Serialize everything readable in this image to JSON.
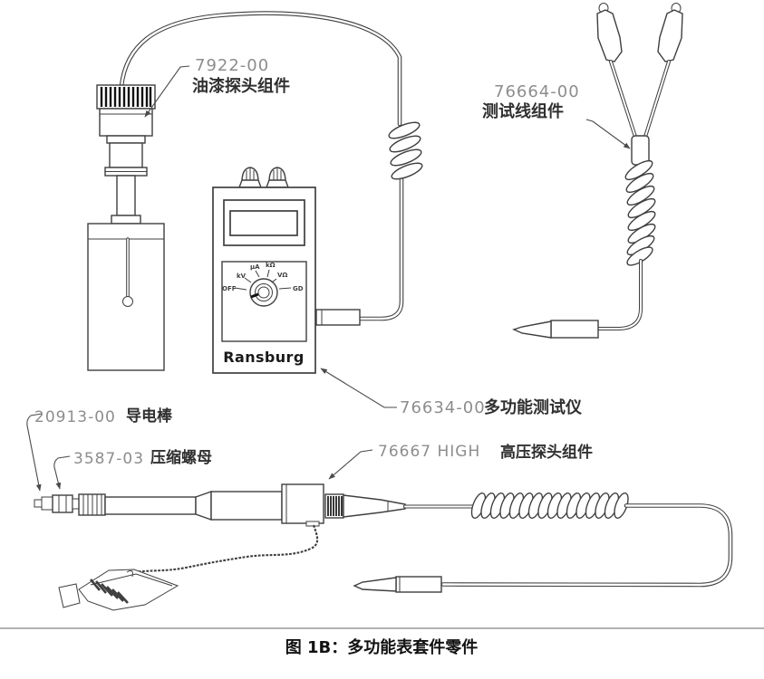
{
  "figure": {
    "caption": "图 1B：多功能表套件零件"
  },
  "labels": {
    "paint_probe": {
      "part_no": "7922-00",
      "name": "油漆探头组件"
    },
    "test_lead": {
      "part_no": "76664-00",
      "name": "测试线组件"
    },
    "meter": {
      "part_no": "76634-00",
      "name": "多功能测试仪"
    },
    "hv_probe": {
      "part_no": "76667  HIGH",
      "name": "高压探头组件"
    },
    "conductive_rod": {
      "part_no": "20913-00",
      "name": "导电棒"
    },
    "compression_nut": {
      "part_no": "3587-03",
      "name": "压缩螺母"
    }
  },
  "meter": {
    "brand": "Ransburg",
    "dial_positions": [
      "OFF",
      "kV",
      "μA",
      "kΩ",
      "VΩ",
      "GD"
    ]
  },
  "colors": {
    "line": "#3f3f3f",
    "part_number_text": "#8d8d8d",
    "label_text": "#303030",
    "caption_text": "#121212",
    "background": "#ffffff"
  }
}
